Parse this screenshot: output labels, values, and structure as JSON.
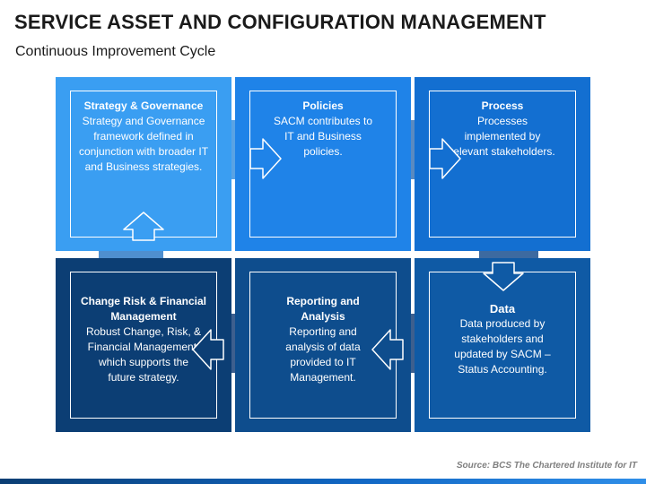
{
  "header": {
    "title": "SERVICE ASSET AND CONFIGURATION MANAGEMENT",
    "subtitle": "Continuous Improvement Cycle"
  },
  "tiles": [
    {
      "id": "strategy",
      "heading": "Strategy & Governance",
      "description": "Strategy and Governance framework defined in conjunction with broader IT and Business strategies.",
      "color": "#3a9ef2"
    },
    {
      "id": "policies",
      "heading": "Policies",
      "description": "SACM contributes to IT and Business policies.",
      "color": "#1f83e8"
    },
    {
      "id": "process",
      "heading": "Process",
      "description": "Processes implemented by relevant stakeholders.",
      "color": "#136fd1"
    },
    {
      "id": "change-risk",
      "heading": "Change Risk & Financial Management",
      "description": "Robust Change, Risk, & Financial Management, which supports the future strategy.",
      "color": "#0c3e74"
    },
    {
      "id": "reporting",
      "heading": "Reporting and Analysis",
      "description": "Reporting and analysis of data provided to IT Management.",
      "color": "#0e4d8d"
    },
    {
      "id": "data",
      "heading": "Data",
      "description": "Data produced by stakeholders and updated by SACM – Status Accounting.",
      "color": "#0f5aa5"
    }
  ],
  "source": "Source: BCS The Chartered Institute for IT",
  "colors": {
    "connector": "#5b9bd5",
    "arrow_stroke": "#ffffff",
    "tile_border": "#ffffff"
  },
  "icons": [
    "arrow-right-icon",
    "arrow-down-icon",
    "arrow-left-icon",
    "arrow-up-icon"
  ]
}
